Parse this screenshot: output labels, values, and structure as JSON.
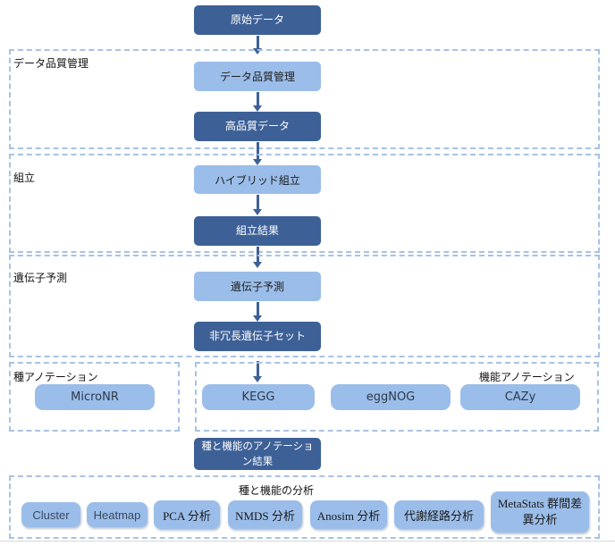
{
  "nodes": {
    "raw_data": "原始データ",
    "qc_box": "データ品質管理",
    "hq_data": "高品質データ",
    "hybrid_assembly": "ハイブリッド組立",
    "assembly_result": "組立結果",
    "gene_prediction_box": "遺伝子予測",
    "nr_gene_set": "非冗長遺伝子セット",
    "annotation_result": "種と機能のアノテーション結果"
  },
  "sections": {
    "qc": "データ品質管理",
    "assembly": "組立",
    "gene_prediction": "遺伝子予測",
    "species_annotation": "種アノテーション",
    "function_annotation": "機能アノテーション",
    "analysis": "種と機能の分析"
  },
  "annotation": {
    "species_db": "MicroNR",
    "function_dbs": [
      "KEGG",
      "eggNOG",
      "CAZy"
    ]
  },
  "analysis_items": [
    "Cluster",
    "Heatmap",
    "PCA 分析",
    "NMDS 分析",
    "Anosim 分析",
    "代謝経路分析",
    "MetaStats 群間差異分析"
  ],
  "colors": {
    "dark_node": "#3d6097",
    "light_node": "#9bbde9",
    "dashed_frame": "#a9c2e2"
  }
}
